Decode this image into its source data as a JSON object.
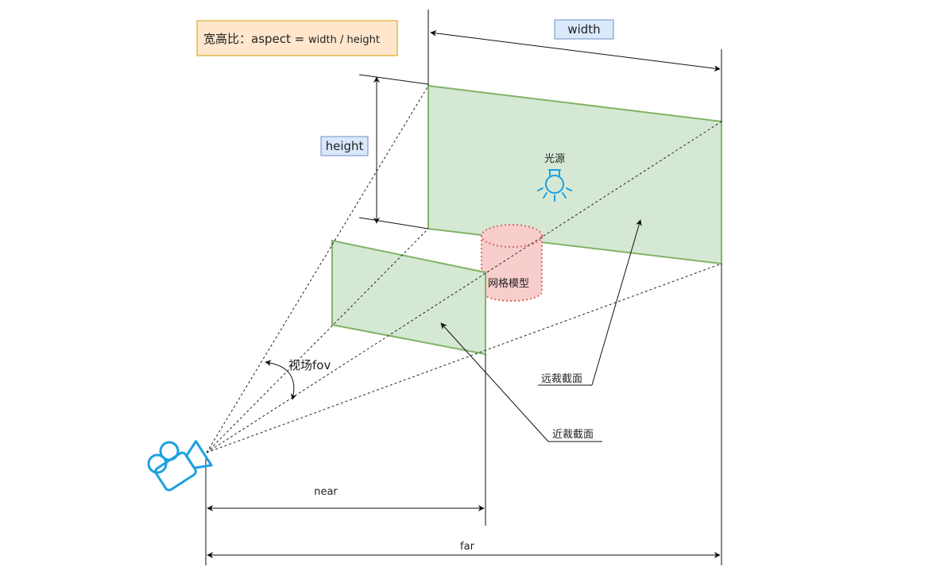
{
  "aspect_box": {
    "prefix": "宽高比：aspect = ",
    "formula": "width / height",
    "fill_color": "#ffe6cc",
    "border_color": "#d79b00"
  },
  "labels": {
    "width": "width",
    "height": "height",
    "light": "光源",
    "mesh": "网格模型",
    "fov": "视场fov",
    "far_plane": "远裁截面",
    "near_plane": "近裁截面",
    "near": "near",
    "far": "far"
  },
  "colors": {
    "plane_fill": "#d5e8d4",
    "plane_border": "#82b366",
    "mesh_fill": "#f8cecc",
    "mesh_border": "#e06666",
    "tag_fill": "#dae8fc",
    "tag_border": "#6c8ebf",
    "icon_blue": "#1ba1e2"
  },
  "icons": {
    "camera": "video-camera-icon",
    "light": "light-bulb-icon"
  }
}
